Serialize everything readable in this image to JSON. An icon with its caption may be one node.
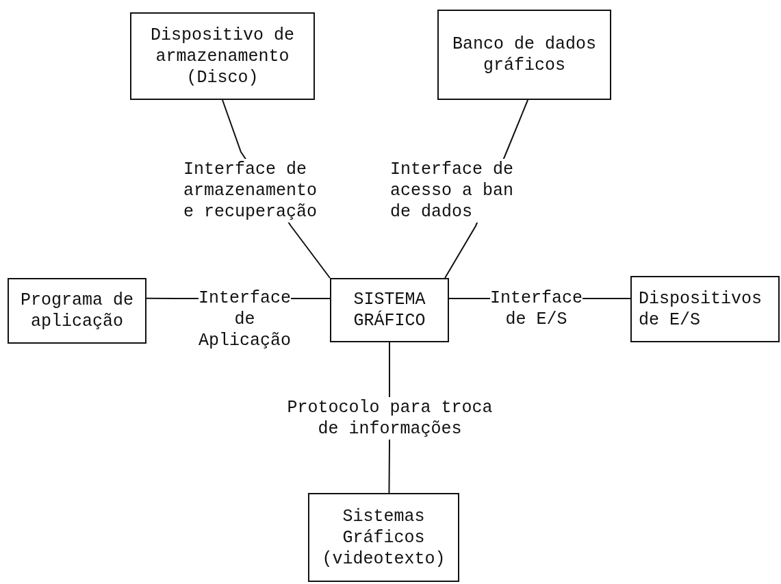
{
  "diagram": {
    "nodes": [
      {
        "text": [
          "Dispositivo de armazenamento (Disco)"
        ]
      },
      {
        "text": [
          "Banco de dados gráficos"
        ]
      },
      {
        "text": [
          "Programa de aplicação"
        ]
      },
      {
        "text": [
          "SISTEMA GRÁFICO"
        ]
      },
      {
        "text": [
          "Dispositivos de E/S"
        ]
      },
      {
        "text": [
          "Sistemas Gráficos (videotexto)"
        ]
      }
    ],
    "edges": [
      {
        "from": 0,
        "to": 3,
        "arrow": "none",
        "label": "Interface de armazenamento e recuperação"
      },
      {
        "from": 1,
        "to": 3,
        "arrow": "none",
        "label": "Interface de acesso a ban de dados"
      },
      {
        "from": 2,
        "to": 3,
        "arrow": "none",
        "label": "Interface de Aplicação"
      },
      {
        "from": 3,
        "to": 4,
        "arrow": "none",
        "label": "Interface de E/S"
      },
      {
        "from": 3,
        "to": 5,
        "arrow": "none",
        "label": "Protocolo para troca de informações"
      }
    ]
  }
}
